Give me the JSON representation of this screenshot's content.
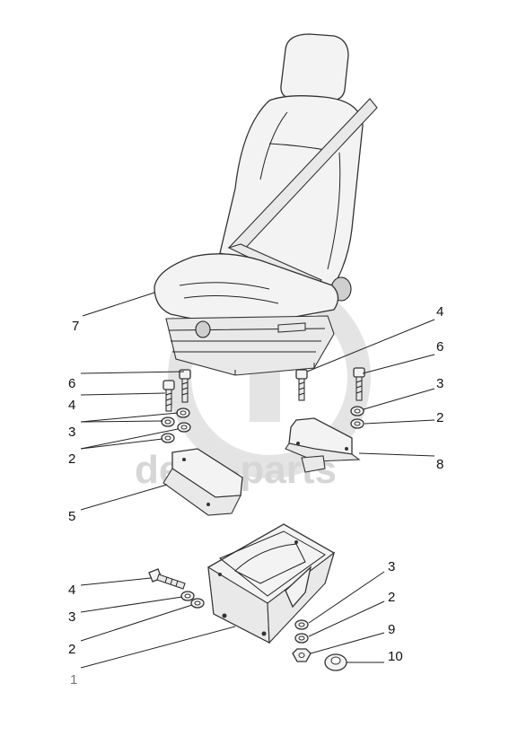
{
  "watermark": {
    "text": "delta-parts"
  },
  "callouts": [
    {
      "id": "c7",
      "label": "7"
    },
    {
      "id": "c4a",
      "label": "4"
    },
    {
      "id": "c6a",
      "label": "6"
    },
    {
      "id": "c6b",
      "label": "6"
    },
    {
      "id": "c4b",
      "label": "4"
    },
    {
      "id": "c3a",
      "label": "3"
    },
    {
      "id": "c3b",
      "label": "3"
    },
    {
      "id": "c2a",
      "label": "2"
    },
    {
      "id": "c2b",
      "label": "2"
    },
    {
      "id": "c8",
      "label": "8"
    },
    {
      "id": "c5",
      "label": "5"
    },
    {
      "id": "c4c",
      "label": "4"
    },
    {
      "id": "c3c",
      "label": "3"
    },
    {
      "id": "c2c",
      "label": "2"
    },
    {
      "id": "c3d",
      "label": "3"
    },
    {
      "id": "c2d",
      "label": "2"
    },
    {
      "id": "c9",
      "label": "9"
    },
    {
      "id": "c10",
      "label": "10"
    },
    {
      "id": "c1",
      "label": "1"
    }
  ]
}
